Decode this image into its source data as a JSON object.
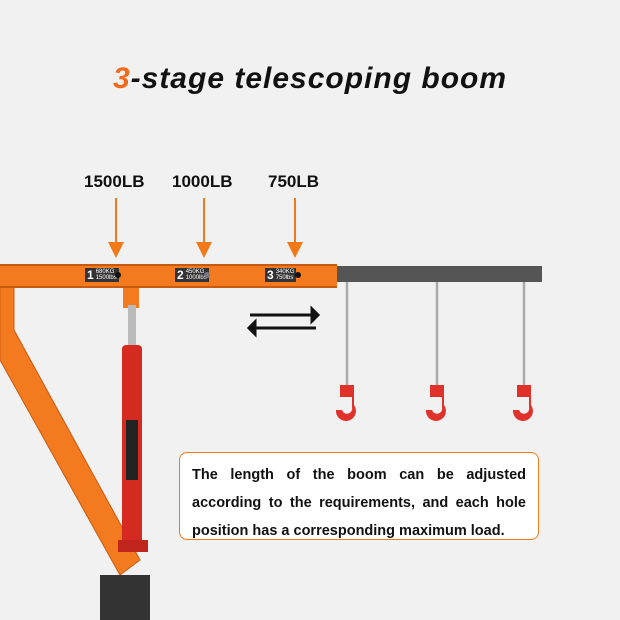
{
  "title": {
    "number": "3",
    "rest": "-stage telescoping boom"
  },
  "loads": [
    "1500LB",
    "1000LB",
    "750LB"
  ],
  "tags": [
    {
      "n": "1",
      "kg": "680KG",
      "lbs": "1500lbs"
    },
    {
      "n": "2",
      "kg": "450KG",
      "lbs": "1000lbs"
    },
    {
      "n": "3",
      "kg": "340KG",
      "lbs": "750lbs"
    }
  ],
  "description": "The length of the boom can be adjusted according to the requirements, and each hole position has a corresponding maximum load.",
  "colors": {
    "accent": "#f37a1f",
    "hook": "#e0322b",
    "cylinder": "#d42a22"
  }
}
